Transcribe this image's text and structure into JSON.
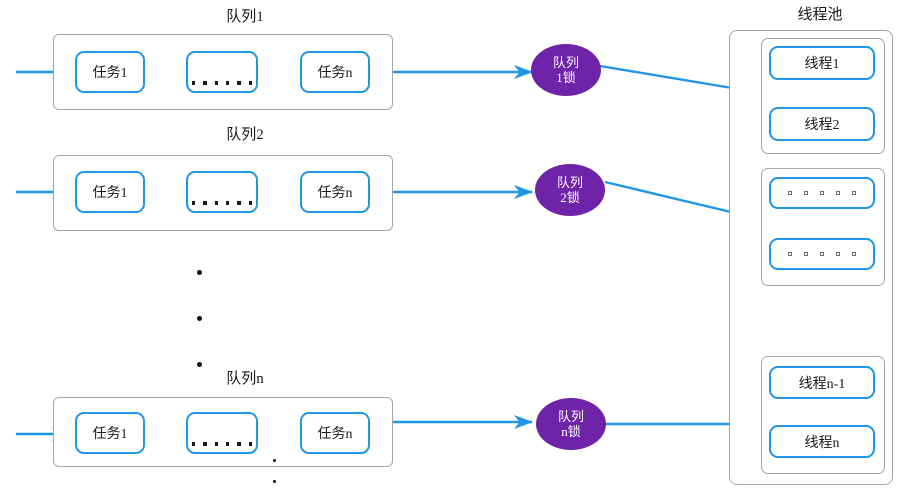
{
  "diagram": {
    "title_thread_pool": "线程池",
    "queues": [
      {
        "label": "队列1",
        "tasks": [
          {
            "text": "任务1",
            "type": "task"
          },
          {
            "text": "",
            "type": "ellipsis"
          },
          {
            "text": "任务n",
            "type": "task"
          }
        ],
        "lock": "队列\n1锁"
      },
      {
        "label": "队列2",
        "tasks": [
          {
            "text": "任务1",
            "type": "task"
          },
          {
            "text": "",
            "type": "ellipsis"
          },
          {
            "text": "任务n",
            "type": "task"
          }
        ],
        "lock": "队列\n2锁"
      },
      {
        "label": "队列n",
        "tasks": [
          {
            "text": "任务1",
            "type": "task"
          },
          {
            "text": "",
            "type": "ellipsis"
          },
          {
            "text": "任务n",
            "type": "task"
          }
        ],
        "lock": "队列\nn锁"
      }
    ],
    "thread_groups": [
      {
        "threads": [
          {
            "text": "线程1",
            "type": "thread"
          },
          {
            "text": "线程2",
            "type": "thread"
          }
        ]
      },
      {
        "threads": [
          {
            "text": "",
            "type": "ellipsis"
          },
          {
            "text": "",
            "type": "ellipsis"
          }
        ]
      },
      {
        "threads": [
          {
            "text": "线程n-1",
            "type": "thread"
          },
          {
            "text": "线程n",
            "type": "thread"
          }
        ]
      }
    ],
    "colors": {
      "accent_blue": "#2196e8",
      "lock_purple": "#6f23a8",
      "container_gray": "#a6a6a6",
      "text_dark": "#1a1a1a"
    }
  }
}
